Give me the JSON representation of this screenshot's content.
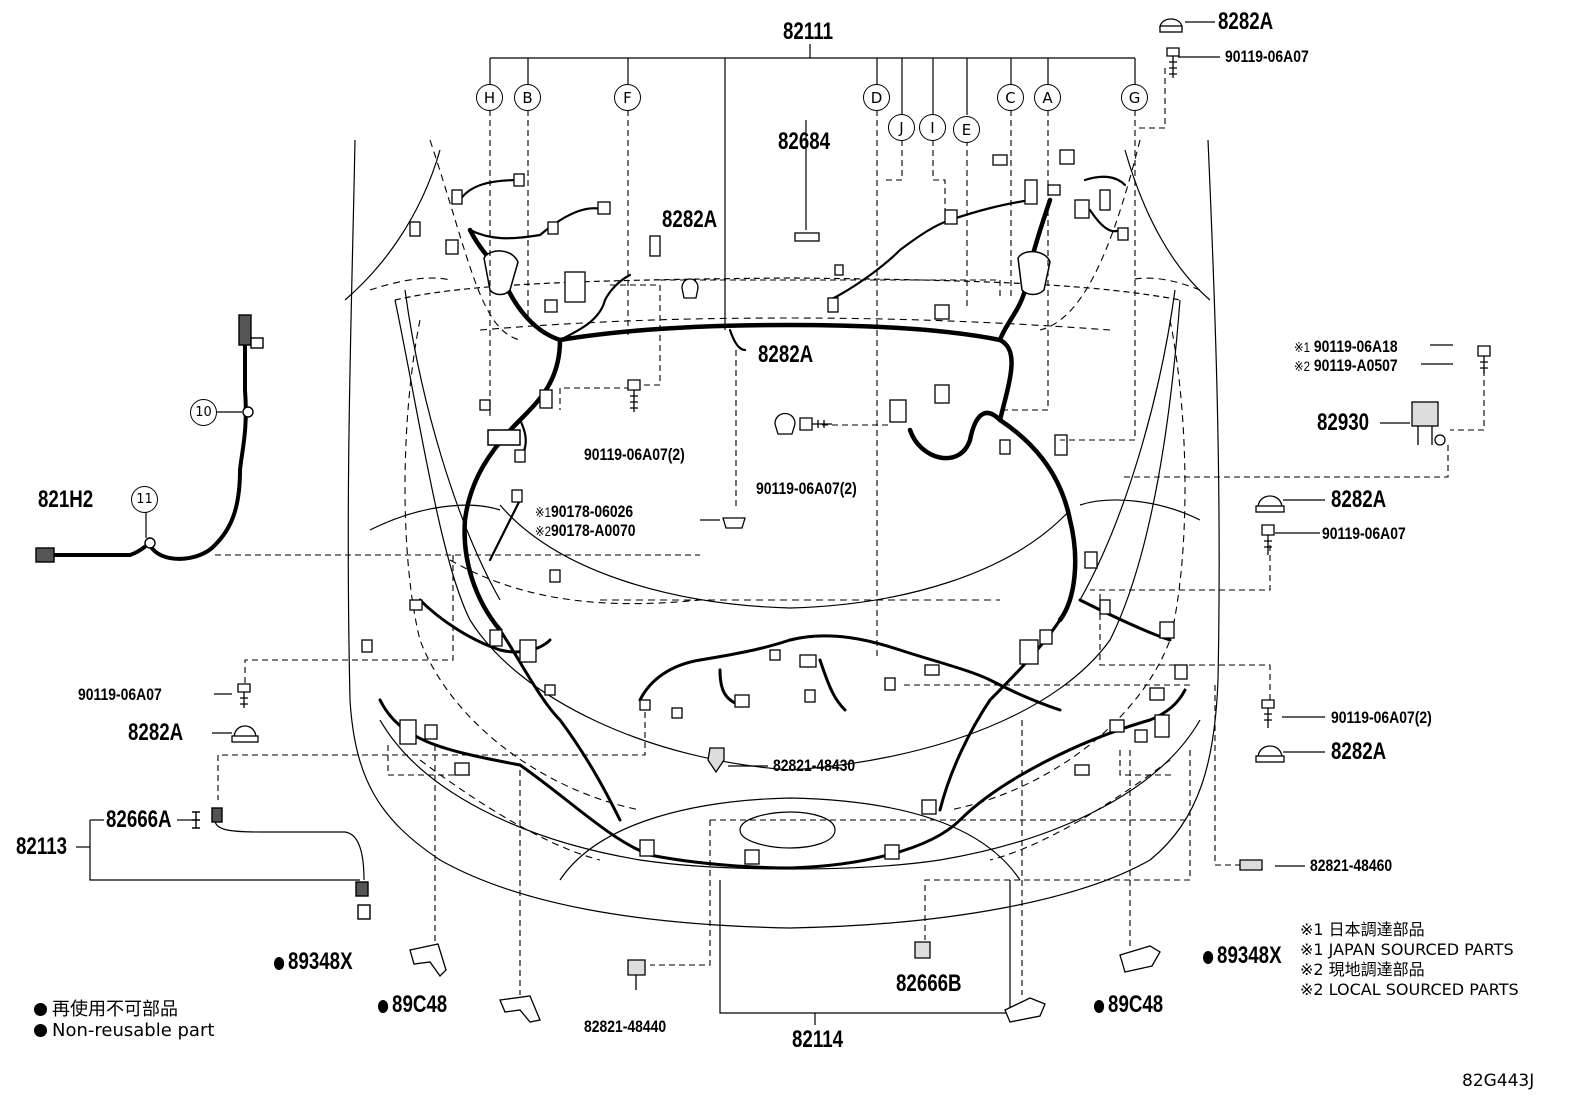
{
  "diagram": {
    "parts": {
      "p82111": "82111",
      "p82684": "82684",
      "p8282A_top": "8282A",
      "p90119_top": "90119-06A07",
      "p8282A_center1": "8282A",
      "p8282A_center2": "8282A",
      "p90119_c1": "90119-06A07(2)",
      "p90119_c2": "90119-06A07(2)",
      "p90178_1": "90178-06026",
      "p90178_2": "90178-A0070",
      "p90119_A18": "90119-06A18",
      "p90119_A0507": "90119-A0507",
      "p82930": "82930",
      "p8282A_r1": "8282A",
      "p90119_r1": "90119-06A07",
      "p90119_r2": "90119-06A07(2)",
      "p8282A_r2": "8282A",
      "p821H2": "821H2",
      "p90119_l": "90119-06A07",
      "p8282A_l": "8282A",
      "p82113": "82113",
      "p82666A": "82666A",
      "p82821_48430": "82821-48430",
      "p82821_48460": "82821-48460",
      "p82821_48440": "82821-48440",
      "p82114": "82114",
      "p82666B": "82666B",
      "p89348X_l": "89348X",
      "p89348X_r": "89348X",
      "p89C48_l": "89C48",
      "p89C48_r": "89C48"
    },
    "callouts": {
      "H": "H",
      "B": "B",
      "F": "F",
      "D": "D",
      "J": "J",
      "I": "I",
      "E": "E",
      "C": "C",
      "A": "A",
      "G": "G",
      "c10": "10",
      "c11": "11"
    },
    "markers": {
      "m1": "※1",
      "m2": "※2"
    },
    "notes": {
      "n1": "※1 日本調達部品",
      "n2": "※1 JAPAN SOURCED PARTS",
      "n3": "※2 現地調達部品",
      "n4": "※2 LOCAL SOURCED PARTS"
    },
    "legend": {
      "jp": "再使用不可部品",
      "en": "Non-reusable part"
    },
    "code": "82G443J"
  }
}
